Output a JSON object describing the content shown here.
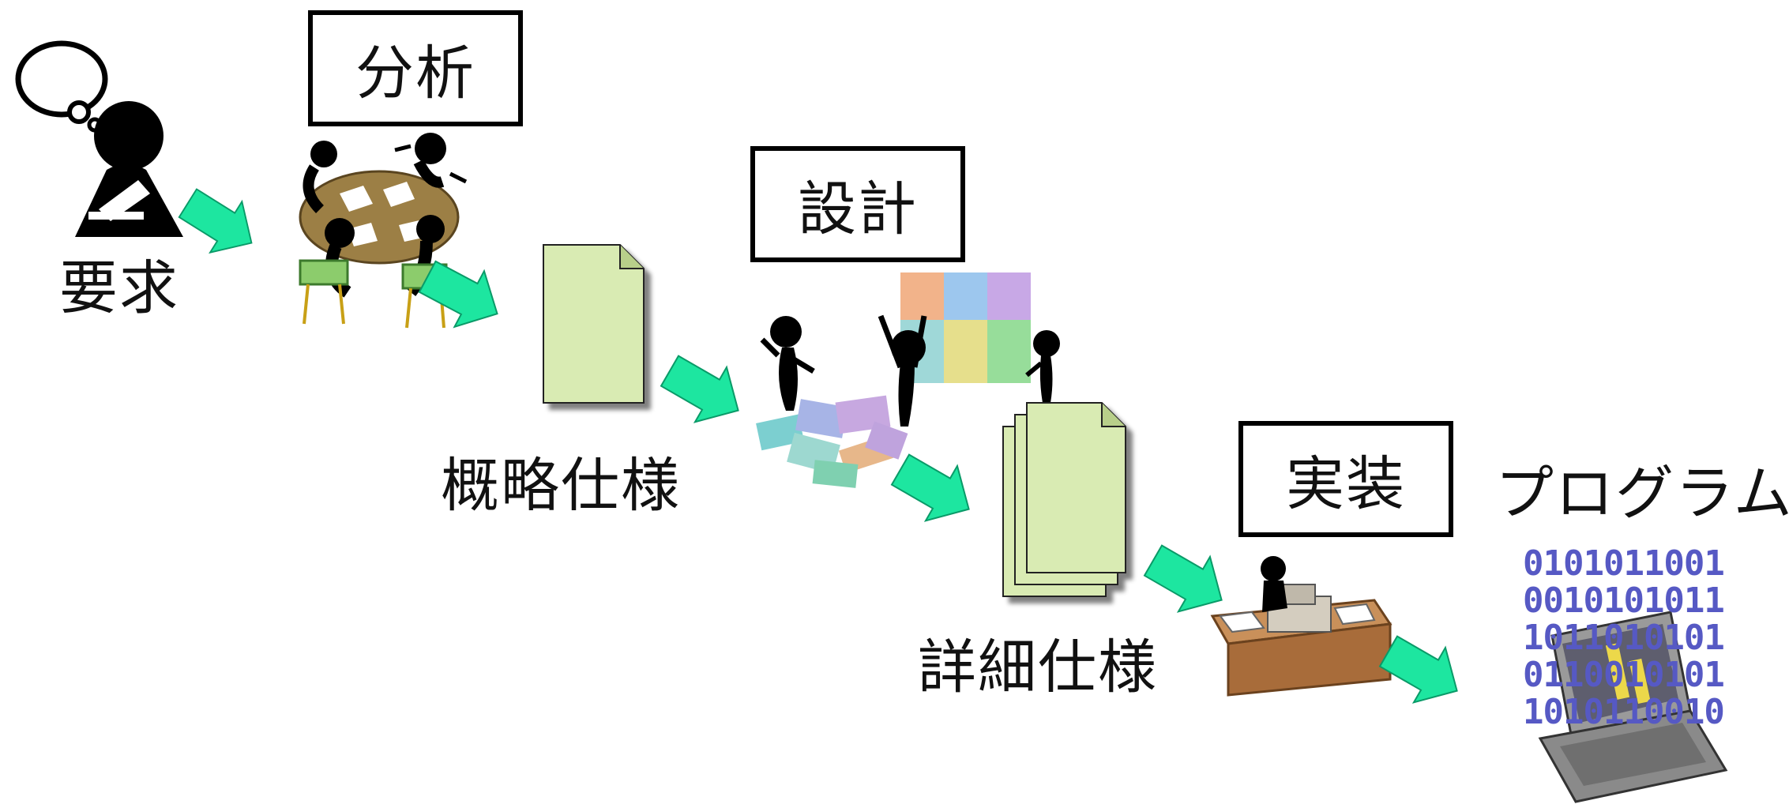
{
  "stages": {
    "analysis": "分析",
    "design": "設計",
    "implementation": "実装"
  },
  "labels": {
    "requirement": "要求",
    "rough_spec": "概略仕様",
    "detailed_spec": "詳細仕様",
    "program": "プログラム"
  },
  "binary_lines": [
    "0101011001",
    "0010101011",
    "1011010101",
    "0110010101",
    "1010110010"
  ],
  "colors": {
    "arrow": "#1de6a0",
    "document": "#d9ebb3",
    "table": "#9c7f45",
    "desk": "#b07844",
    "binary": "#5659c4"
  }
}
